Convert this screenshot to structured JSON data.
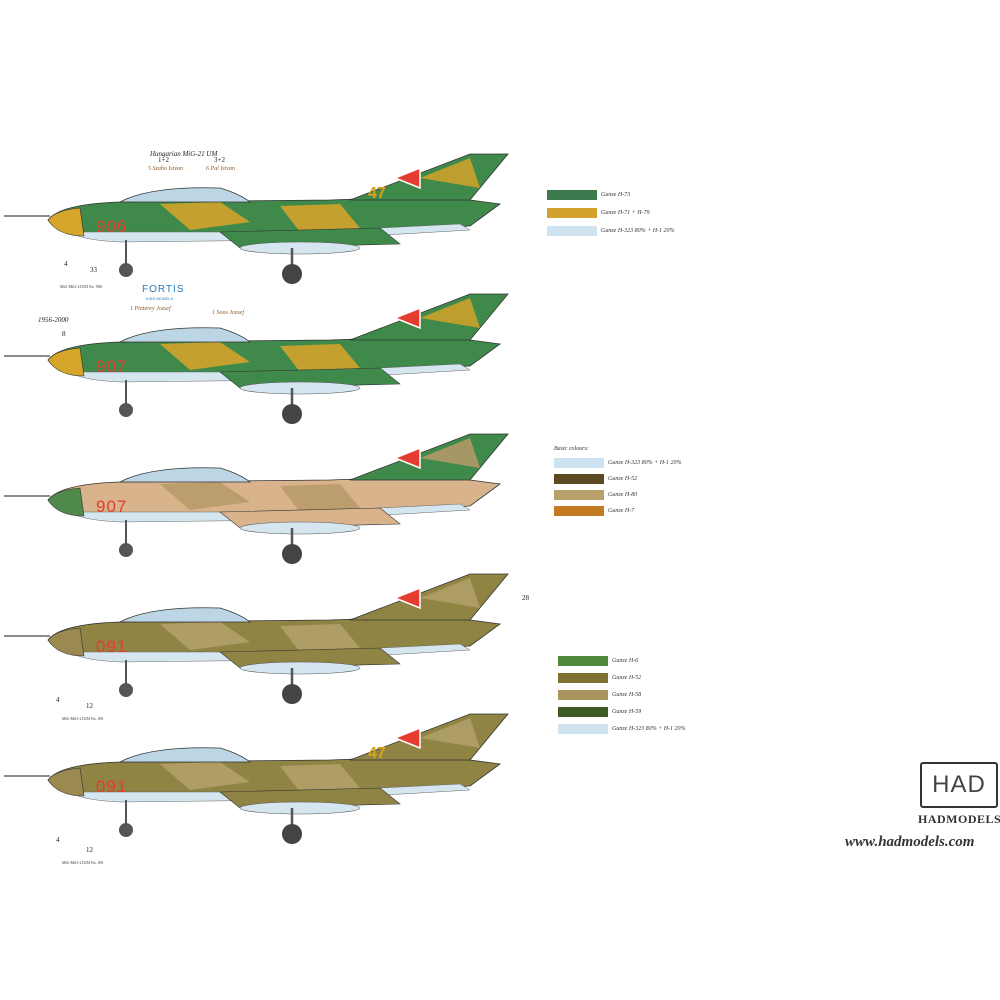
{
  "header": {
    "title": "Hungarian MiG-21 UM"
  },
  "notes": {
    "a_num": "1+2",
    "a_text": "5 Szabo Istvan",
    "b_num": "3+2",
    "b_text": "6 Pal Istvan",
    "p2_a": "1 Pinterey Jozsef",
    "p2_b": "1 Soos Jozsef",
    "n4a": "4",
    "n33": "33",
    "n4b": "4",
    "n12a": "12",
    "n4c": "4",
    "n12b": "12",
    "n8": "8",
    "n28": "28",
    "stencil_a": "MiG    MiG-21UM No. 906",
    "stencil_b": "MiG    MiG-21UM No. 091",
    "stencil_c": "MiG    MiG-21UM No. 091",
    "anniv": "1956-2000"
  },
  "aircraft": [
    {
      "id": "906",
      "number": "906",
      "tail": "47",
      "scheme": "green"
    },
    {
      "id": "907",
      "number": "907",
      "tail": "",
      "scheme": "green"
    },
    {
      "id": "907b",
      "number": "907",
      "tail": "",
      "scheme": "tan"
    },
    {
      "id": "091a",
      "number": "091",
      "tail": "",
      "scheme": "brown"
    },
    {
      "id": "091b",
      "number": "091",
      "tail": "47",
      "scheme": "brown"
    }
  ],
  "palette_green": [
    {
      "color": "#3d7a4e",
      "label": "Gunze H-73"
    },
    {
      "color": "#d3a22c",
      "label": "Gunze H-71 + H-79"
    },
    {
      "color": "#cfe3f1",
      "label": "Gunze H-323 80% + H-1 20%"
    }
  ],
  "basic_colours": {
    "title": "Basic colours:",
    "items": [
      {
        "color": "#cde2f0",
        "label": "Gunze H-323 80% + H-1 20%"
      },
      {
        "color": "#5b4a22",
        "label": "Gunze H-52"
      },
      {
        "color": "#b8a06a",
        "label": "Gunze H-80"
      },
      {
        "color": "#c47a22",
        "label": "Gunze H-7"
      }
    ]
  },
  "palette_brown": [
    {
      "color": "#4f8a3a",
      "label": "Gunze H-6"
    },
    {
      "color": "#7d7232",
      "label": "Gunze H-52"
    },
    {
      "color": "#a89560",
      "label": "Gunze H-58"
    },
    {
      "color": "#3f5a22",
      "label": "Gunze H-59"
    },
    {
      "color": "#cfe3f1",
      "label": "Gunze H-323 80% + H-1 20%"
    }
  ],
  "fortis": {
    "text": "FORTIS",
    "sub": "KISS MODELS"
  },
  "brand": {
    "logo_text": "HAD",
    "name": "HADMODELS",
    "url": "www.hadmodels.com"
  }
}
